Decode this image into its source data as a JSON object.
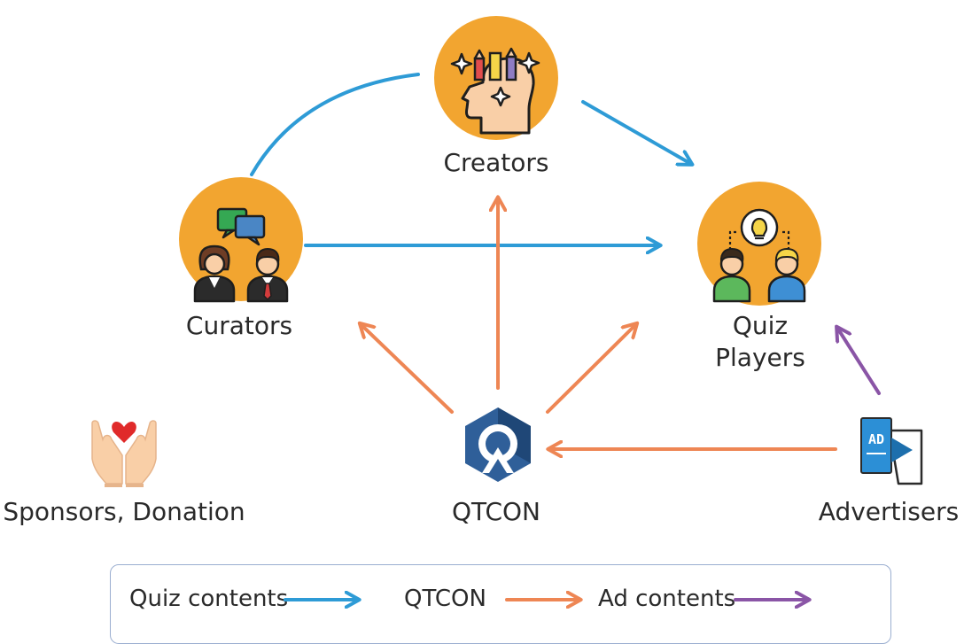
{
  "nodes": {
    "creators": "Creators",
    "curators": "Curators",
    "quiz_players_line1": "Quiz",
    "quiz_players_line2": "Players",
    "sponsors": "Sponsors, Donation",
    "qtcon": "QTCON",
    "advertisers": "Advertisers"
  },
  "icons": {
    "creators": "creative-head-icon",
    "curators": "curators-people-icon",
    "quiz_players": "players-lightbulb-icon",
    "sponsors": "heart-hands-icon",
    "qtcon": "qtcon-logo-icon",
    "advertisers": "ad-board-icon"
  },
  "legend": {
    "quiz_contents": "Quiz contents",
    "qtcon": "QTCON",
    "ad_contents": "Ad contents"
  },
  "colors": {
    "quiz_contents": "#2e9bd6",
    "qtcon": "#ee8654",
    "ad_contents": "#8a55a6",
    "circle": "#f2a530"
  }
}
